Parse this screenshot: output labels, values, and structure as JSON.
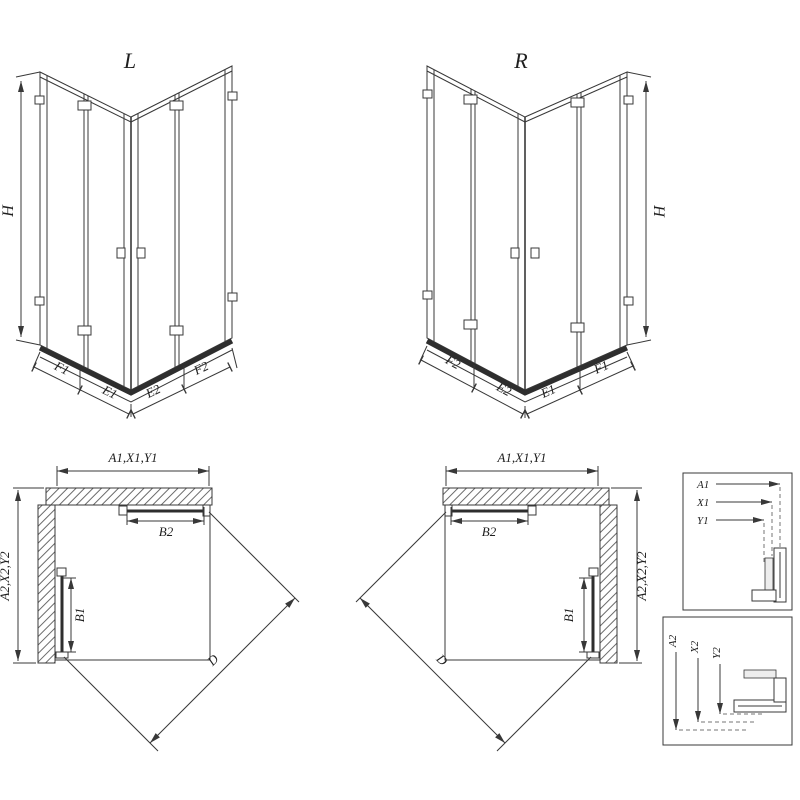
{
  "drawing": {
    "stroke_color": "#383838",
    "views_3d": {
      "left": {
        "variant_label": "L",
        "height_label": "H",
        "base_segments": [
          "F1",
          "E1",
          "E2",
          "F2"
        ]
      },
      "right": {
        "variant_label": "R",
        "height_label": "H",
        "base_segments": [
          "F2",
          "E2",
          "E1",
          "F1"
        ]
      }
    },
    "plans": {
      "left": {
        "width_label": "A1,X1,Y1",
        "depth_label": "A2,X2,Y2",
        "top_door_label": "B2",
        "side_door_label": "B1",
        "diagonal_label": "D"
      },
      "right": {
        "width_label": "A1,X1,Y1",
        "depth_label": "A2,X2,Y2",
        "top_door_label": "B2",
        "side_door_label": "B1",
        "diagonal_label": "D"
      }
    },
    "detail_boxes": {
      "horizontal": {
        "labels": [
          "A1",
          "X1",
          "Y1"
        ]
      },
      "vertical": {
        "labels": [
          "A2",
          "X2",
          "Y2"
        ]
      }
    }
  }
}
